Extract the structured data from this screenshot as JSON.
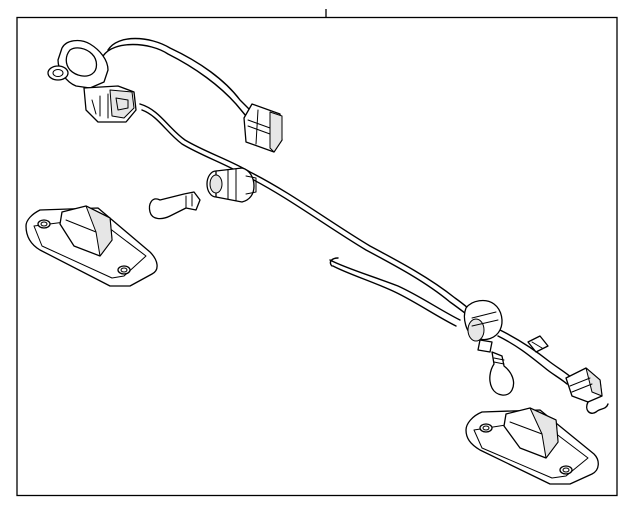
{
  "diagram": {
    "parts": [
      "harness-connector-main",
      "harness-connector-rect",
      "wire-harness",
      "bulb-socket-left",
      "bulb-left",
      "license-lamp-left",
      "bulb-socket-right",
      "bulb-right",
      "license-lamp-right",
      "wire-clip",
      "harness-connector-end"
    ]
  }
}
